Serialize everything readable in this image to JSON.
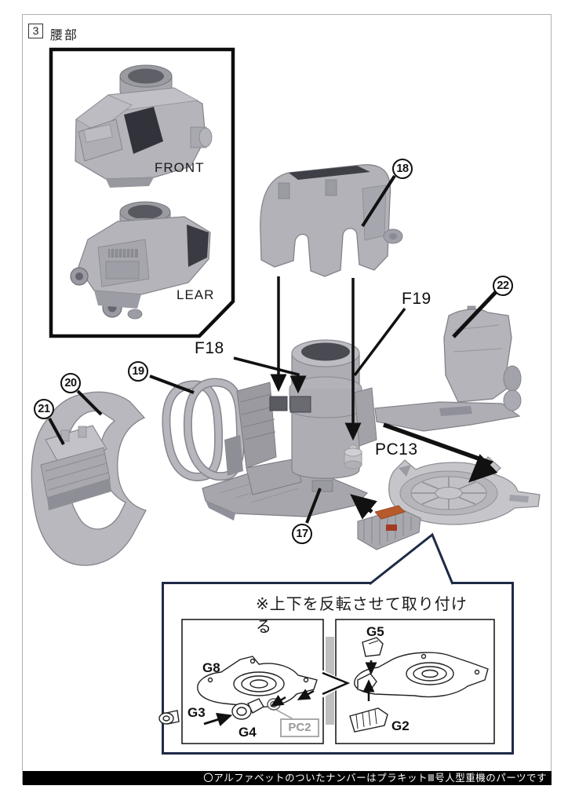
{
  "page": {
    "step_number": "3",
    "step_title": "腰部",
    "footer_note": "〇アルファベットのついたナンバーはプラキットⅢ号人型重機のパーツです"
  },
  "inset": {
    "front_label": "FRONT",
    "rear_label": "LEAR"
  },
  "diagram": {
    "callouts": [
      {
        "id": "18"
      },
      {
        "id": "19"
      },
      {
        "id": "20"
      },
      {
        "id": "21"
      },
      {
        "id": "22"
      },
      {
        "id": "17"
      }
    ],
    "runner_labels": [
      {
        "id": "F18"
      },
      {
        "id": "F19"
      },
      {
        "id": "PC13"
      }
    ]
  },
  "callout_box": {
    "heading": "※上下を反転させて取り付ける",
    "left_panel": {
      "labels": [
        {
          "id": "G8"
        },
        {
          "id": "G3"
        },
        {
          "id": "G4"
        }
      ],
      "tag": "PC2"
    },
    "right_panel": {
      "labels": [
        {
          "id": "G5"
        },
        {
          "id": "G2"
        }
      ]
    }
  },
  "colors": {
    "accent_navy": "#1e2a47",
    "part_gray": "#b4b4ba",
    "orange_part": "#b85a2c",
    "footer_bg": "#000000"
  }
}
